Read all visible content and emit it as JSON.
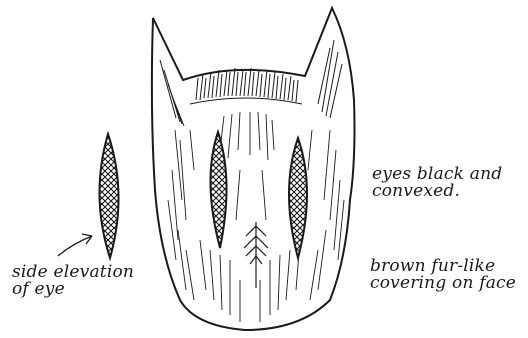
{
  "labels": {
    "side_elevation_line1": "side elevation",
    "side_elevation_line2": "of eye",
    "eyes_line1": "eyes black and",
    "eyes_line2": "convexed.",
    "fur_line1": "brown fur-like",
    "fur_line2": "covering on face"
  },
  "colors": {
    "ink": "#1a1a1a",
    "background": "#ffffff"
  }
}
